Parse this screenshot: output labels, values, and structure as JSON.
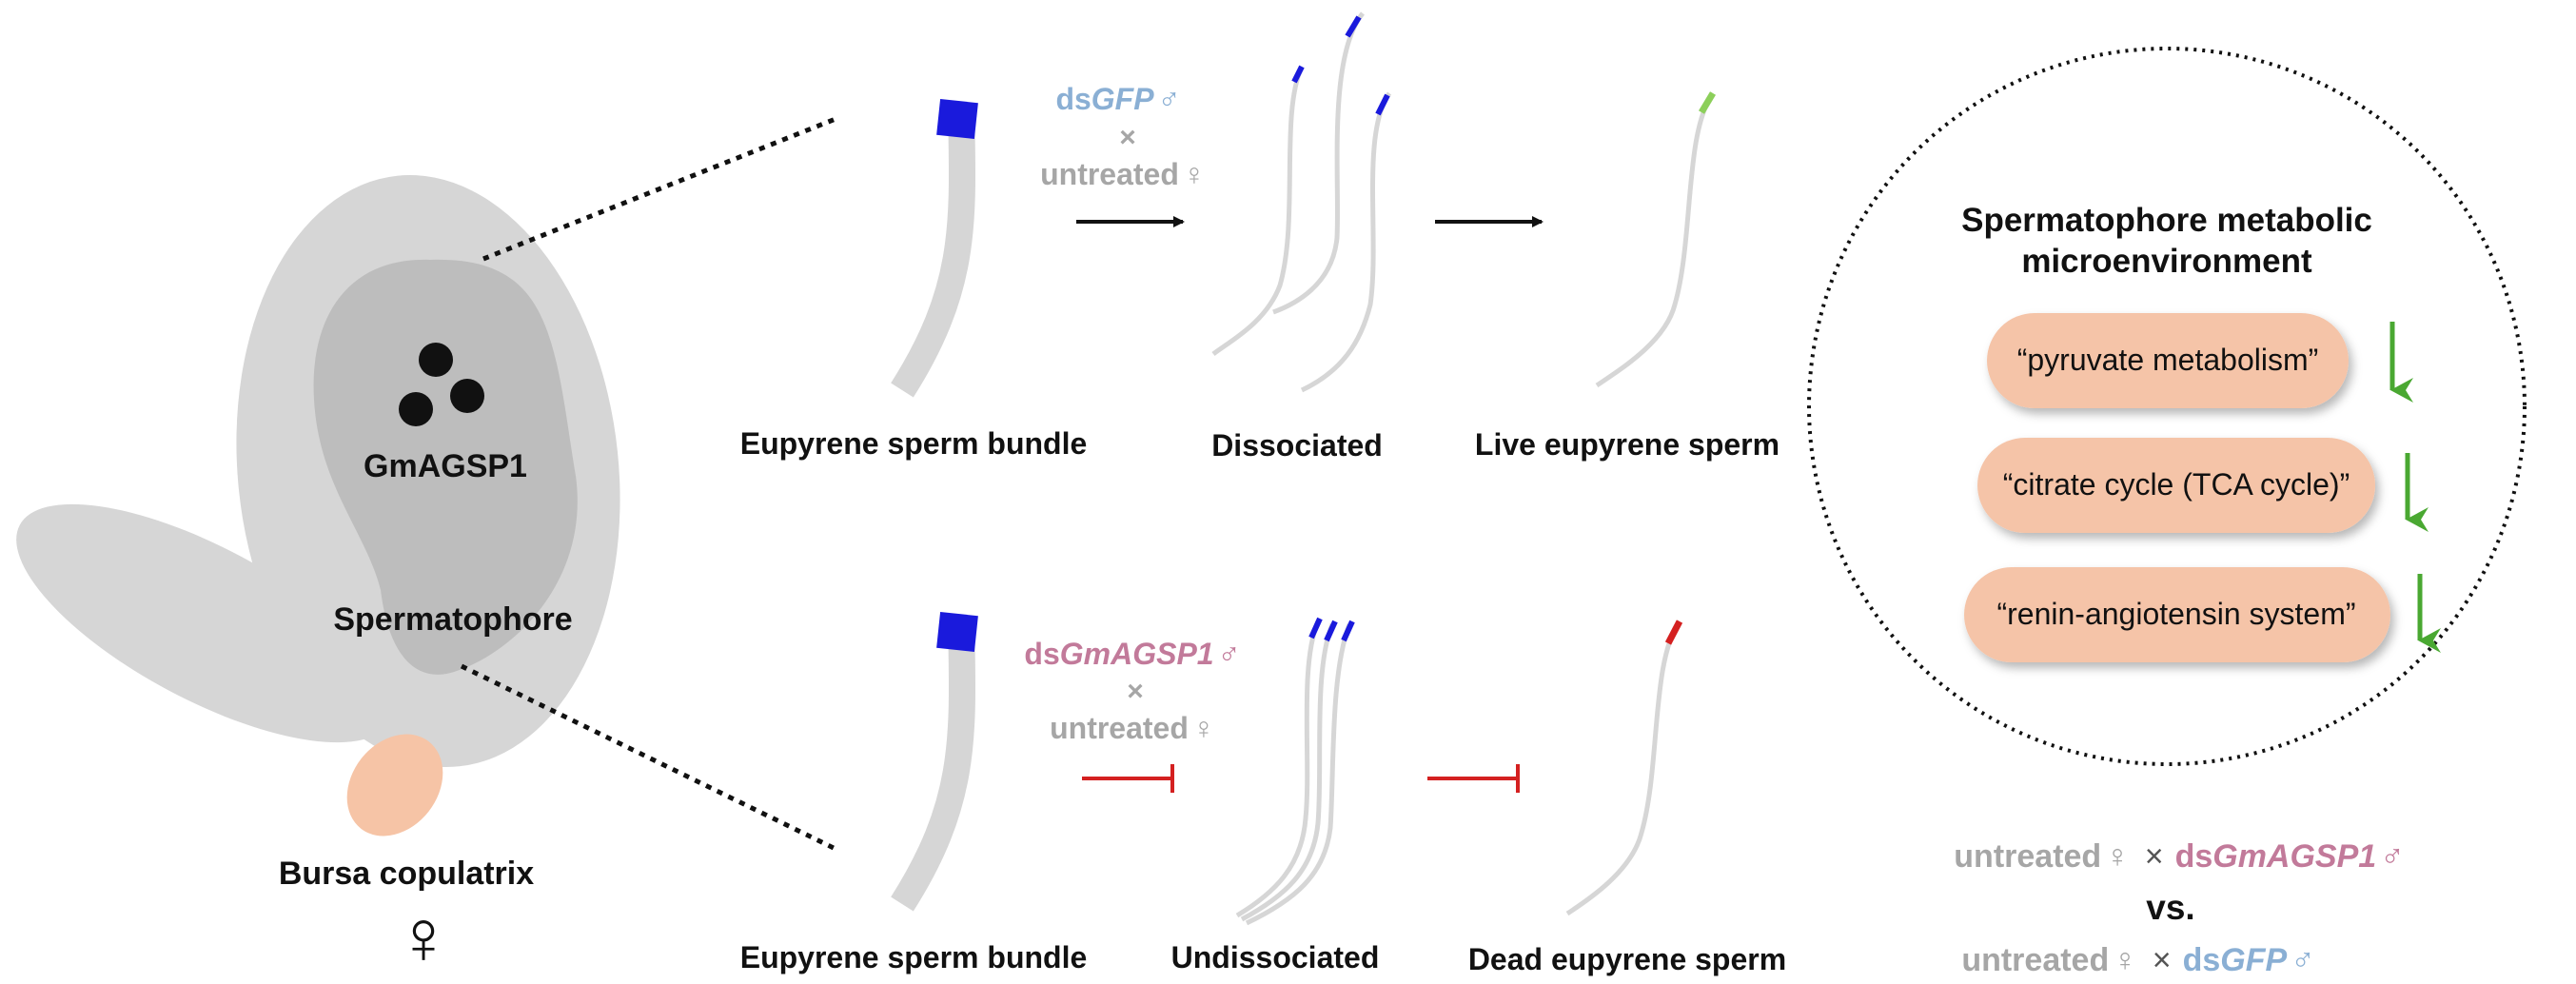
{
  "organ": {
    "gene_label": "GmAGSP1",
    "spermatophore_label": "Spermatophore",
    "bursa_label": "Bursa copulatrix",
    "female_symbol": "♀"
  },
  "top_row": {
    "cross_prefix": "ds",
    "cross_gene": "GFP",
    "male_symbol": "♂",
    "times": "×",
    "cross_female": "untreated",
    "female_symbol": "♀",
    "bundle_label": "Eupyrene sperm bundle",
    "middle_label": "Dissociated",
    "right_label": "Live eupyrene sperm"
  },
  "bottom_row": {
    "cross_prefix": "ds",
    "cross_gene": "GmAGSP1",
    "male_symbol": "♂",
    "times": "×",
    "cross_female": "untreated",
    "female_symbol": "♀",
    "bundle_label": "Eupyrene sperm bundle",
    "middle_label": "Undissociated",
    "right_label": "Dead eupyrene sperm"
  },
  "metabolic": {
    "title_line1": "Spermatophore metabolic",
    "title_line2": "microenvironment",
    "pathways": [
      "“pyruvate metabolism”",
      "“citrate cycle (TCA cycle)”",
      "“renin-angiotensin system”"
    ],
    "direction": "down"
  },
  "comparison": {
    "line1_female": "untreated",
    "female_symbol": "♀",
    "times": "×",
    "line1_male_prefix": "ds",
    "line1_male_gene": "GmAGSP1",
    "male_symbol": "♂",
    "vs": "vs.",
    "line2_female": "untreated",
    "line2_male_prefix": "ds",
    "line2_male_gene": "GFP"
  },
  "colors": {
    "gfp_text": "#8aafd4",
    "gmagsp1_text": "#c27a9a",
    "untreated_text": "#a6a6a6",
    "sperm_head_blue": "#1a1adc",
    "live_head": "#8ccf5a",
    "dead_head": "#d42020",
    "down_arrow": "#4aa832",
    "pill_fill": "#f5c4a8",
    "bursa_fill": "#f6c4a6",
    "inhibit_red": "#d42020"
  }
}
